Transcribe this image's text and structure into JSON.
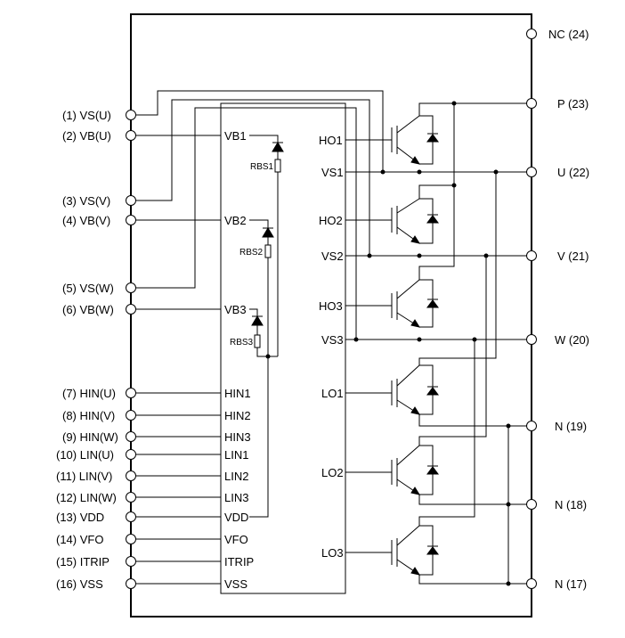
{
  "left_pins": [
    {
      "label": "(1) VS(U)"
    },
    {
      "label": "(2) VB(U)"
    },
    {
      "label": "(3) VS(V)"
    },
    {
      "label": "(4) VB(V)"
    },
    {
      "label": "(5) VS(W)"
    },
    {
      "label": "(6) VB(W)"
    },
    {
      "label": "(7) HIN(U)"
    },
    {
      "label": "(8) HIN(V)"
    },
    {
      "label": "(9) HIN(W)"
    },
    {
      "label": "(10) LIN(U)"
    },
    {
      "label": "(11) LIN(V)"
    },
    {
      "label": "(12) LIN(W)"
    },
    {
      "label": "(13) VDD"
    },
    {
      "label": "(14) VFO"
    },
    {
      "label": "(15) ITRIP"
    },
    {
      "label": "(16) VSS"
    }
  ],
  "right_pins": [
    {
      "label": "NC (24)"
    },
    {
      "label": "P (23)"
    },
    {
      "label": "U (22)"
    },
    {
      "label": "V (21)"
    },
    {
      "label": "W (20)"
    },
    {
      "label": "N (19)"
    },
    {
      "label": "N (18)"
    },
    {
      "label": "N (17)"
    }
  ],
  "driver_inputs": [
    "VB1",
    "VB2",
    "VB3",
    "HIN1",
    "HIN2",
    "HIN3",
    "LIN1",
    "LIN2",
    "LIN3",
    "VDD",
    "VFO",
    "ITRIP",
    "VSS"
  ],
  "driver_outputs": [
    "HO1",
    "VS1",
    "HO2",
    "VS2",
    "HO3",
    "VS3",
    "LO1",
    "LO2",
    "LO3"
  ],
  "bootstrap_resistors": [
    "RBS1",
    "RBS2",
    "RBS3"
  ]
}
